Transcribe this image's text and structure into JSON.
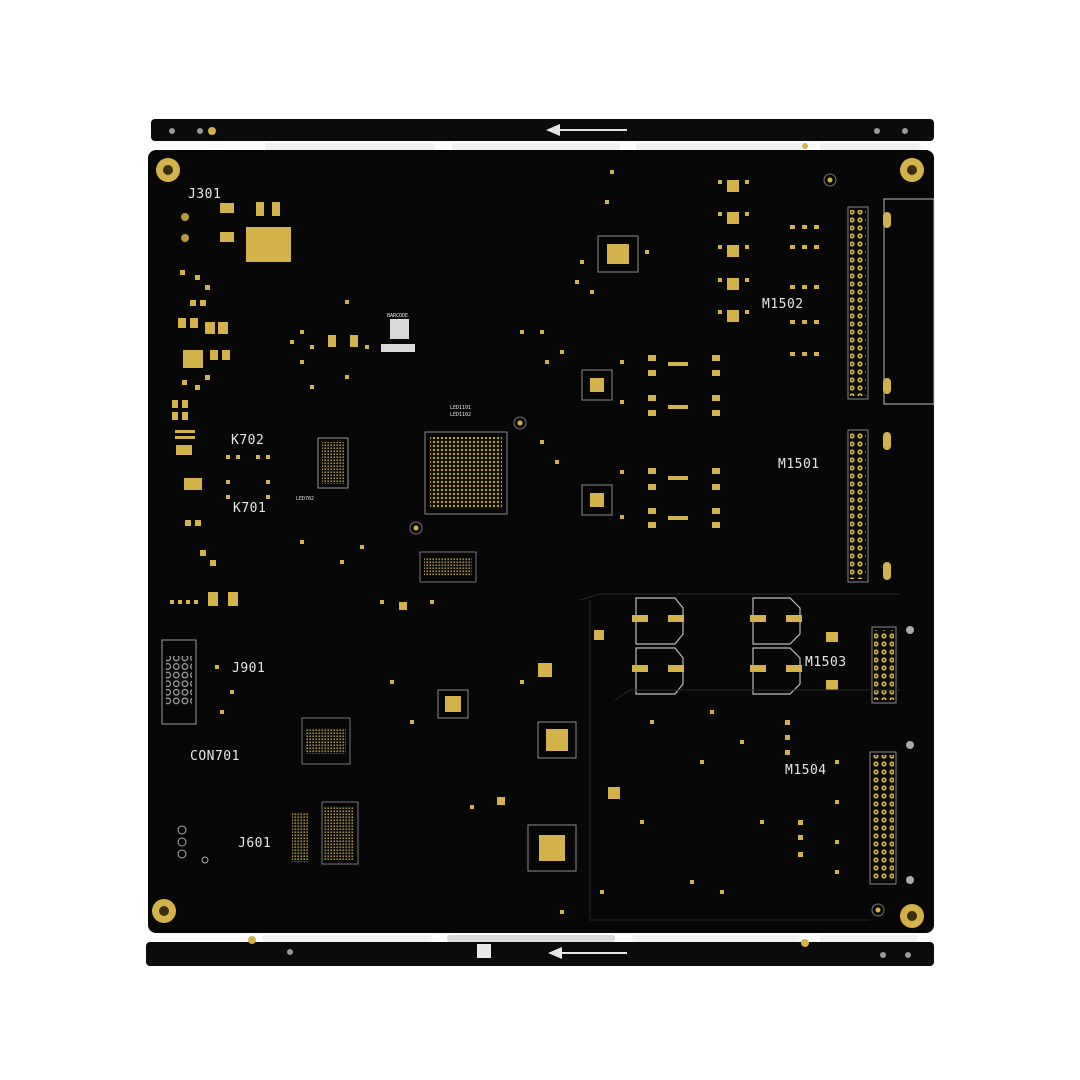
{
  "pcb": {
    "board_color": "#070707",
    "pad_color": "#d4b24a",
    "silkscreen_color": "#e6e6e6",
    "rail_color": "#0b0b0b",
    "labels": {
      "j301": "J301",
      "m1502": "M1502",
      "k702": "K702",
      "k701": "K701",
      "m1501": "M1501",
      "j901": "J901",
      "m1503": "M1503",
      "con701": "CON701",
      "m1504": "M1504",
      "j601": "J601",
      "barcode": "BARCODE",
      "led1101": "LED1101",
      "led1102": "LED1102",
      "led702": "LED702"
    },
    "icons": [
      "direction-arrow-icon",
      "mounting-hole-icon",
      "fiducial-icon"
    ]
  }
}
